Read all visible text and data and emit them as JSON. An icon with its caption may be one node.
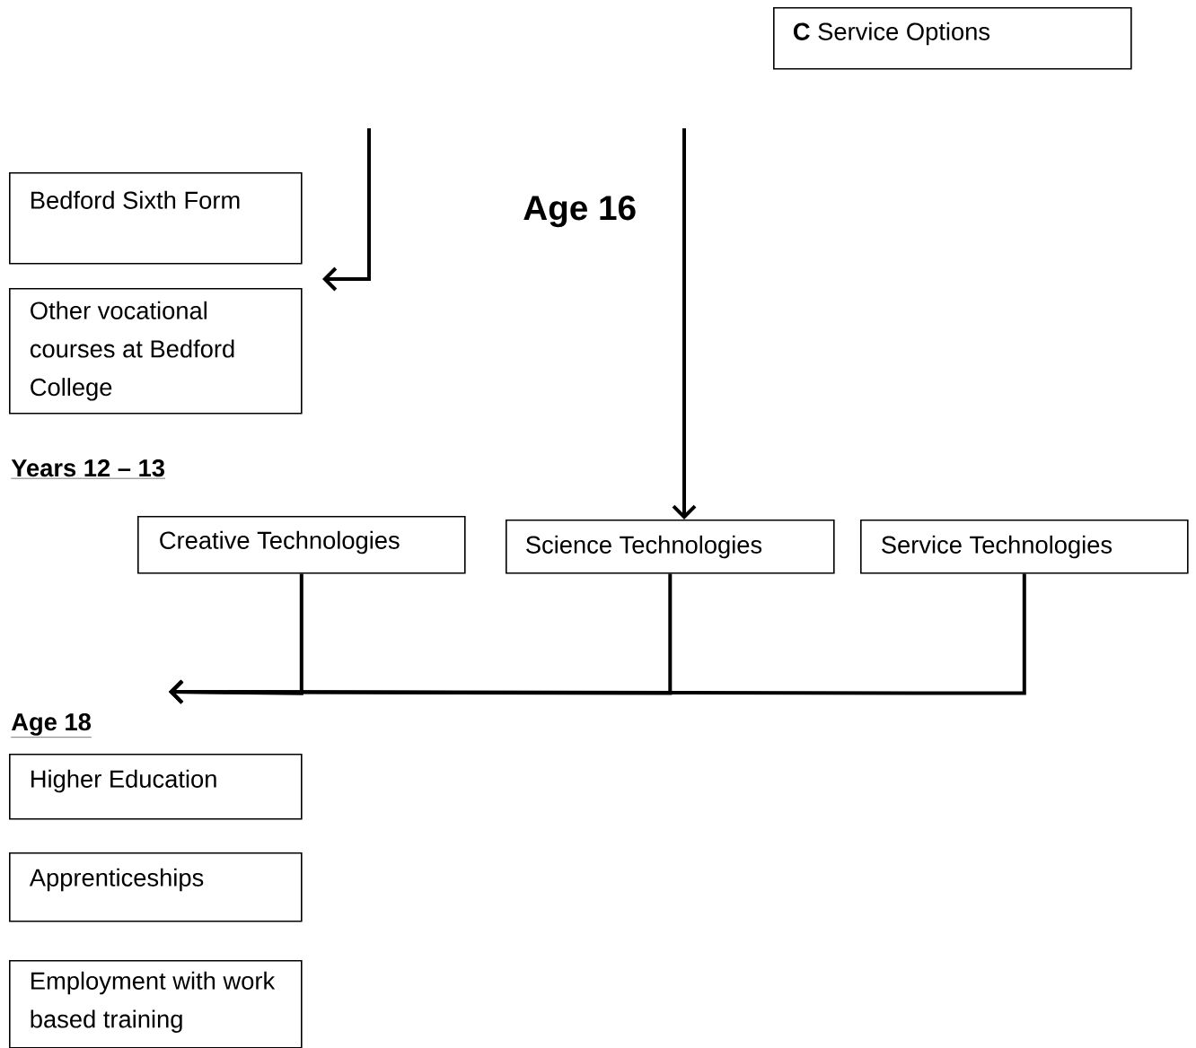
{
  "diagram": {
    "nodes": [
      {
        "text": [
          "**C**  Service Options"
        ]
      },
      {
        "text": [
          "Bedford Sixth Form"
        ]
      },
      {
        "text": [
          "Other vocational courses at Bedford College"
        ]
      },
      {
        "text": [
          "Creative Technologies"
        ]
      },
      {
        "text": [
          "Science Technologies"
        ]
      },
      {
        "text": [
          "Service Technologies"
        ]
      },
      {
        "text": [
          "Higher Education"
        ]
      },
      {
        "text": [
          "Apprenticeships"
        ]
      },
      {
        "text": [
          "Employment with work based training"
        ]
      }
    ],
    "edges": [
      {
        "from": null,
        "to": 1,
        "arrow": "to"
      },
      {
        "from": null,
        "to": 4,
        "arrow": "to"
      },
      {
        "from": 3,
        "to": null,
        "arrow": "to"
      },
      {
        "from": 4,
        "to": null,
        "arrow": "to"
      },
      {
        "from": 5,
        "to": null,
        "arrow": "to"
      }
    ],
    "labels": [
      "Age 16",
      "Years 12 – 13",
      "Age 18"
    ]
  }
}
